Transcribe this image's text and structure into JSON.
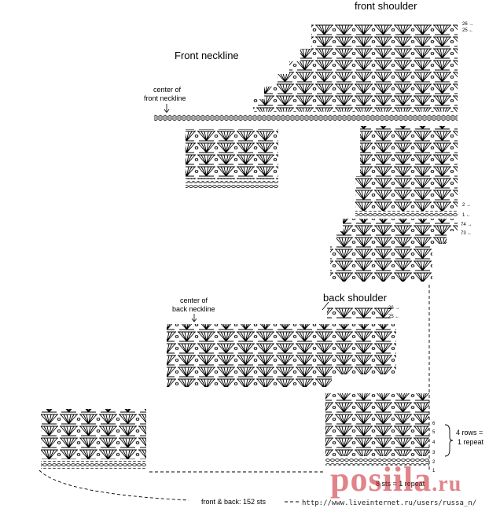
{
  "labels": {
    "front_shoulder": "front shoulder",
    "front_neckline": "Front neckline",
    "center_front_l1": "center of",
    "center_front_l2": "front neckline",
    "center_back_l1": "center of",
    "center_back_l2": "back neckline",
    "back_shoulder": "back shoulder",
    "repeat_l1": "4 rows =",
    "repeat_l2": "1 repeat",
    "sts_repeat": "8 sts = 1 repeat",
    "total": "front & back: 152 sts"
  },
  "row_numbers": {
    "fs26": "26 →",
    "fs25": "25 ←",
    "r2": "2 →",
    "r1": "1 ←",
    "r74": "74 →",
    "r73": "73 ←",
    "bs26": "26 →",
    "bs25": "25 ←",
    "b6": "6",
    "b5": "5",
    "b4": "4",
    "b3": "3",
    "b2": "2",
    "b1": "1"
  },
  "watermark": {
    "url": "http://www.liveinternet.ru/users/russa_n/",
    "logo": "posiila",
    "logo_domain": ".ru"
  },
  "colors": {
    "ink": "#000000",
    "watermark": "#c8202a"
  }
}
